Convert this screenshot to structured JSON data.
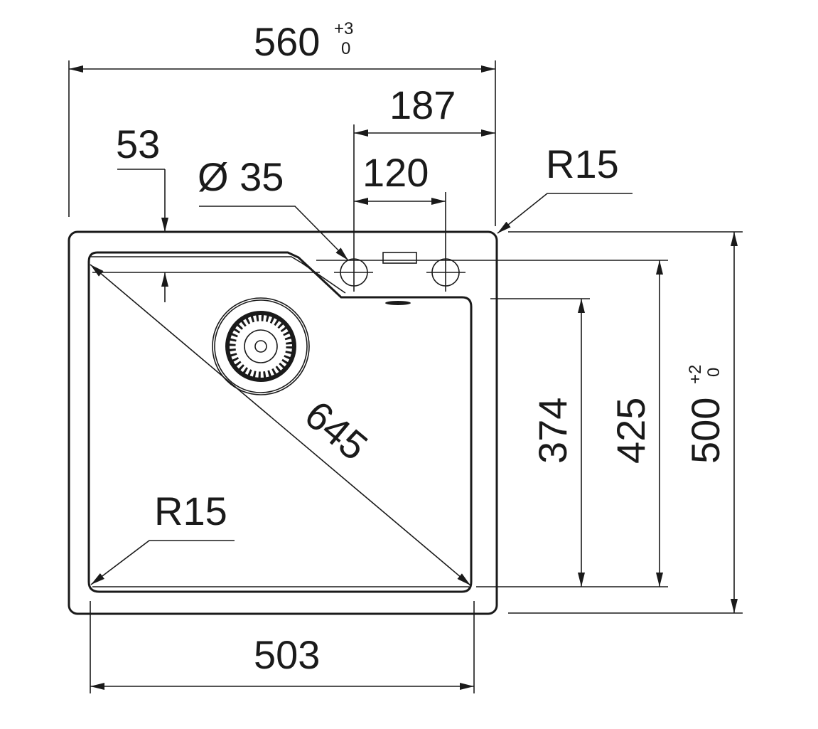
{
  "drawing": {
    "overall_width": {
      "value": "560",
      "tol_upper": "+3",
      "tol_lower": "0"
    },
    "tap_offset_outer": "187",
    "tap_hole_spacing": "120",
    "ledge_depth": "53",
    "tap_hole_diameter": "Ø 35",
    "outer_radius": "R15",
    "diagonal": "645",
    "inner_radius": "R15",
    "bowl_depth_inner": "374",
    "bowl_depth_to_taps": "425",
    "overall_depth": {
      "value": "500",
      "tol_upper": "+2",
      "tol_lower": "0"
    },
    "bowl_width": "503"
  }
}
